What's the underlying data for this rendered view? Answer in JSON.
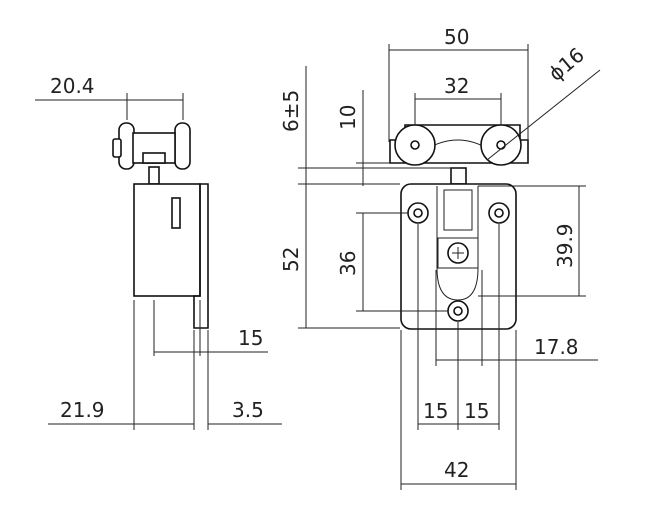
{
  "drawing": {
    "side_view": {
      "width_top": "20.4",
      "offset_15": "15",
      "depth_total": "21.9",
      "plate_thickness": "3.5"
    },
    "front_view": {
      "width_wheels": "50",
      "wheel_spacing": "32",
      "wheel_diameter": "ϕ16",
      "adjust_range": "6±5",
      "wheel_height": "10",
      "body_height": "52",
      "hole_span": "36",
      "hole_height": "39.9",
      "center_offset": "17.8",
      "hole_half_left": "15",
      "hole_half_right": "15",
      "body_width": "42"
    }
  }
}
